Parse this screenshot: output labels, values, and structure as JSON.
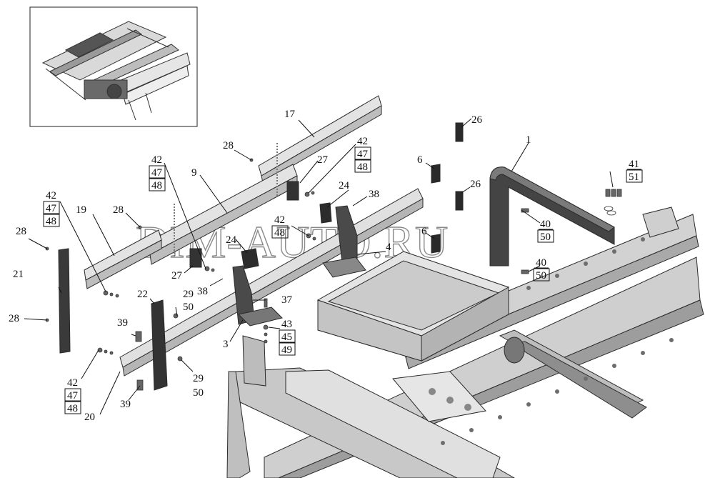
{
  "watermark": "DIM-AUTO.RU",
  "callouts": {
    "c1": "1",
    "c3": "3",
    "c4": "4",
    "c6a": "6",
    "c6b": "6",
    "c9": "9",
    "c17": "17",
    "c19": "19",
    "c20": "20",
    "c21": "21",
    "c22": "22",
    "c24a": "24",
    "c24b": "24",
    "c26a": "26",
    "c26b": "26",
    "c27a": "27",
    "c27b": "27",
    "c28a": "28",
    "c28b": "28",
    "c28c": "28",
    "c28d": "28",
    "c29a": "29",
    "c50a": "50",
    "c29b": "29",
    "c50b": "50",
    "c37": "37",
    "c38a": "38",
    "c38b": "38",
    "c39a": "39",
    "c39b": "39",
    "c40a": "40",
    "c50c": "50",
    "c40b": "40",
    "c50d": "50",
    "c41": "41",
    "c51": "51",
    "c43": "43",
    "c45": "45",
    "c49": "49",
    "g1": [
      "42",
      "47",
      "48"
    ],
    "g2": [
      "42",
      "47",
      "48"
    ],
    "g3": [
      "42",
      "47",
      "48"
    ],
    "g4": [
      "42",
      "47",
      "48"
    ],
    "g5": [
      "42",
      "48"
    ]
  }
}
